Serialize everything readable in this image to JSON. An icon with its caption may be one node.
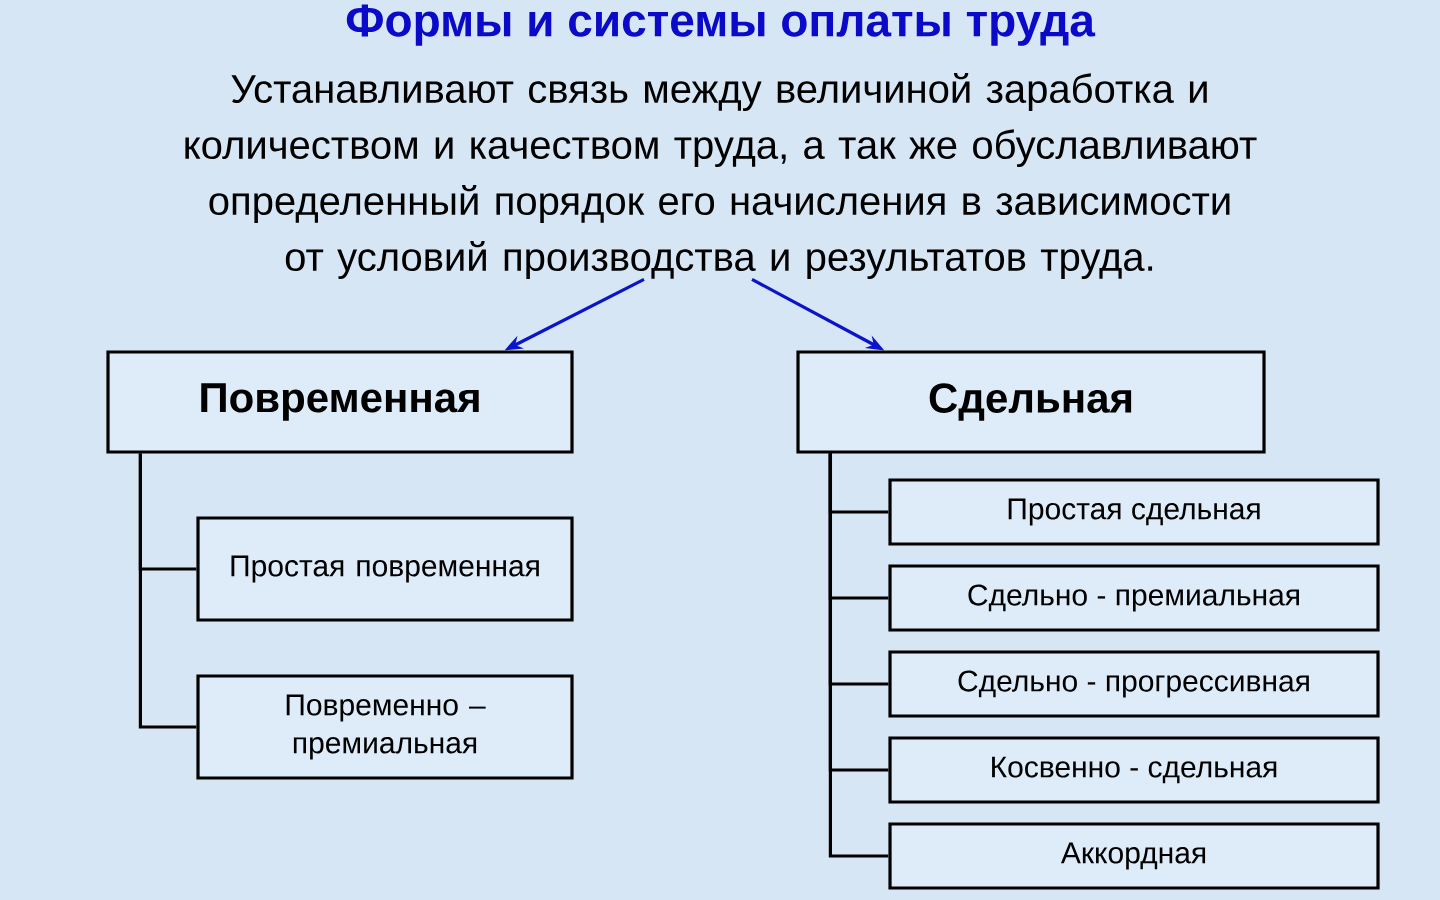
{
  "diagram": {
    "title": "Формы и системы оплаты труда",
    "nodes": [
      {
        "text": [
          "Устанавливают связь между величиной заработка и количеством и качеством труда, а так же обуславливают определенный порядок его начисления в зависимости от условий производства и результатов труда."
        ]
      },
      {
        "text": [
          "Повременная"
        ]
      },
      {
        "text": [
          "Простая повременная"
        ]
      },
      {
        "text": [
          "Повременно – премиальная"
        ]
      },
      {
        "text": [
          "Сдельная"
        ]
      },
      {
        "text": [
          "Простая сдельная"
        ]
      },
      {
        "text": [
          "Сдельно - премиальная"
        ]
      },
      {
        "text": [
          "Сдельно - прогрессивная"
        ]
      },
      {
        "text": [
          "Косвенно - сдельная"
        ]
      },
      {
        "text": [
          "Аккордная"
        ]
      }
    ],
    "edges": [
      {
        "from": 0,
        "to": 1,
        "arrow": "to",
        "color": "#0a14c8"
      },
      {
        "from": 0,
        "to": 4,
        "arrow": "to",
        "color": "#0a14c8"
      },
      {
        "from": 1,
        "to": 2,
        "arrow": "none"
      },
      {
        "from": 1,
        "to": 3,
        "arrow": "none"
      },
      {
        "from": 4,
        "to": 5,
        "arrow": "none"
      },
      {
        "from": 4,
        "to": 6,
        "arrow": "none"
      },
      {
        "from": 4,
        "to": 7,
        "arrow": "none"
      },
      {
        "from": 4,
        "to": 8,
        "arrow": "none"
      },
      {
        "from": 4,
        "to": 9,
        "arrow": "none"
      }
    ]
  }
}
